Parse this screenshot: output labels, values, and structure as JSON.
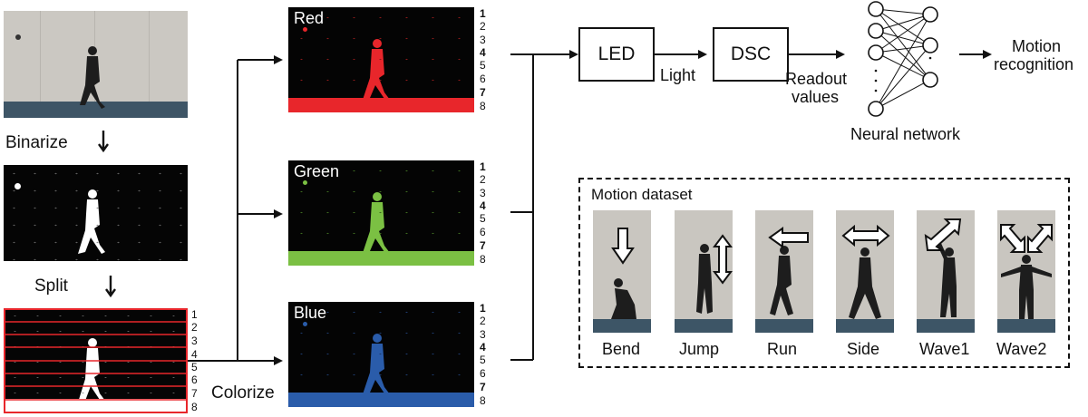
{
  "left_column": {
    "binarize_label": "Binarize",
    "split_label": "Split",
    "colorize_label": "Colorize",
    "split_rows": [
      "1",
      "2",
      "3",
      "4",
      "5",
      "6",
      "7",
      "8"
    ]
  },
  "channels": [
    {
      "name": "Red",
      "color": "#e8262b",
      "rows": [
        "1",
        "2",
        "3",
        "4",
        "5",
        "6",
        "7",
        "8"
      ]
    },
    {
      "name": "Green",
      "color": "#7bc043",
      "rows": [
        "1",
        "2",
        "3",
        "4",
        "5",
        "6",
        "7",
        "8"
      ]
    },
    {
      "name": "Blue",
      "color": "#2a5caa",
      "rows": [
        "1",
        "2",
        "3",
        "4",
        "5",
        "6",
        "7",
        "8"
      ]
    }
  ],
  "pipeline": {
    "led_label": "LED",
    "light_label": "Light",
    "dsc_label": "DSC",
    "readout_label_line1": "Readout",
    "readout_label_line2": "values",
    "network_label": "Neural network",
    "output_label_line1": "Motion",
    "output_label_line2": "recognition"
  },
  "dataset": {
    "title": "Motion dataset",
    "motions": [
      {
        "name": "Bend",
        "icon": "arrow-down-icon"
      },
      {
        "name": "Jump",
        "icon": "arrow-up-down-icon"
      },
      {
        "name": "Run",
        "icon": "arrow-left-icon"
      },
      {
        "name": "Side",
        "icon": "arrow-left-right-icon"
      },
      {
        "name": "Wave1",
        "icon": "arrow-diagonal-icon"
      },
      {
        "name": "Wave2",
        "icon": "arrow-double-diagonal-icon"
      }
    ]
  },
  "colors": {
    "accent_red": "#e8262b",
    "photo_wall": "#c9c6c0",
    "photo_floor": "#3d5566"
  }
}
